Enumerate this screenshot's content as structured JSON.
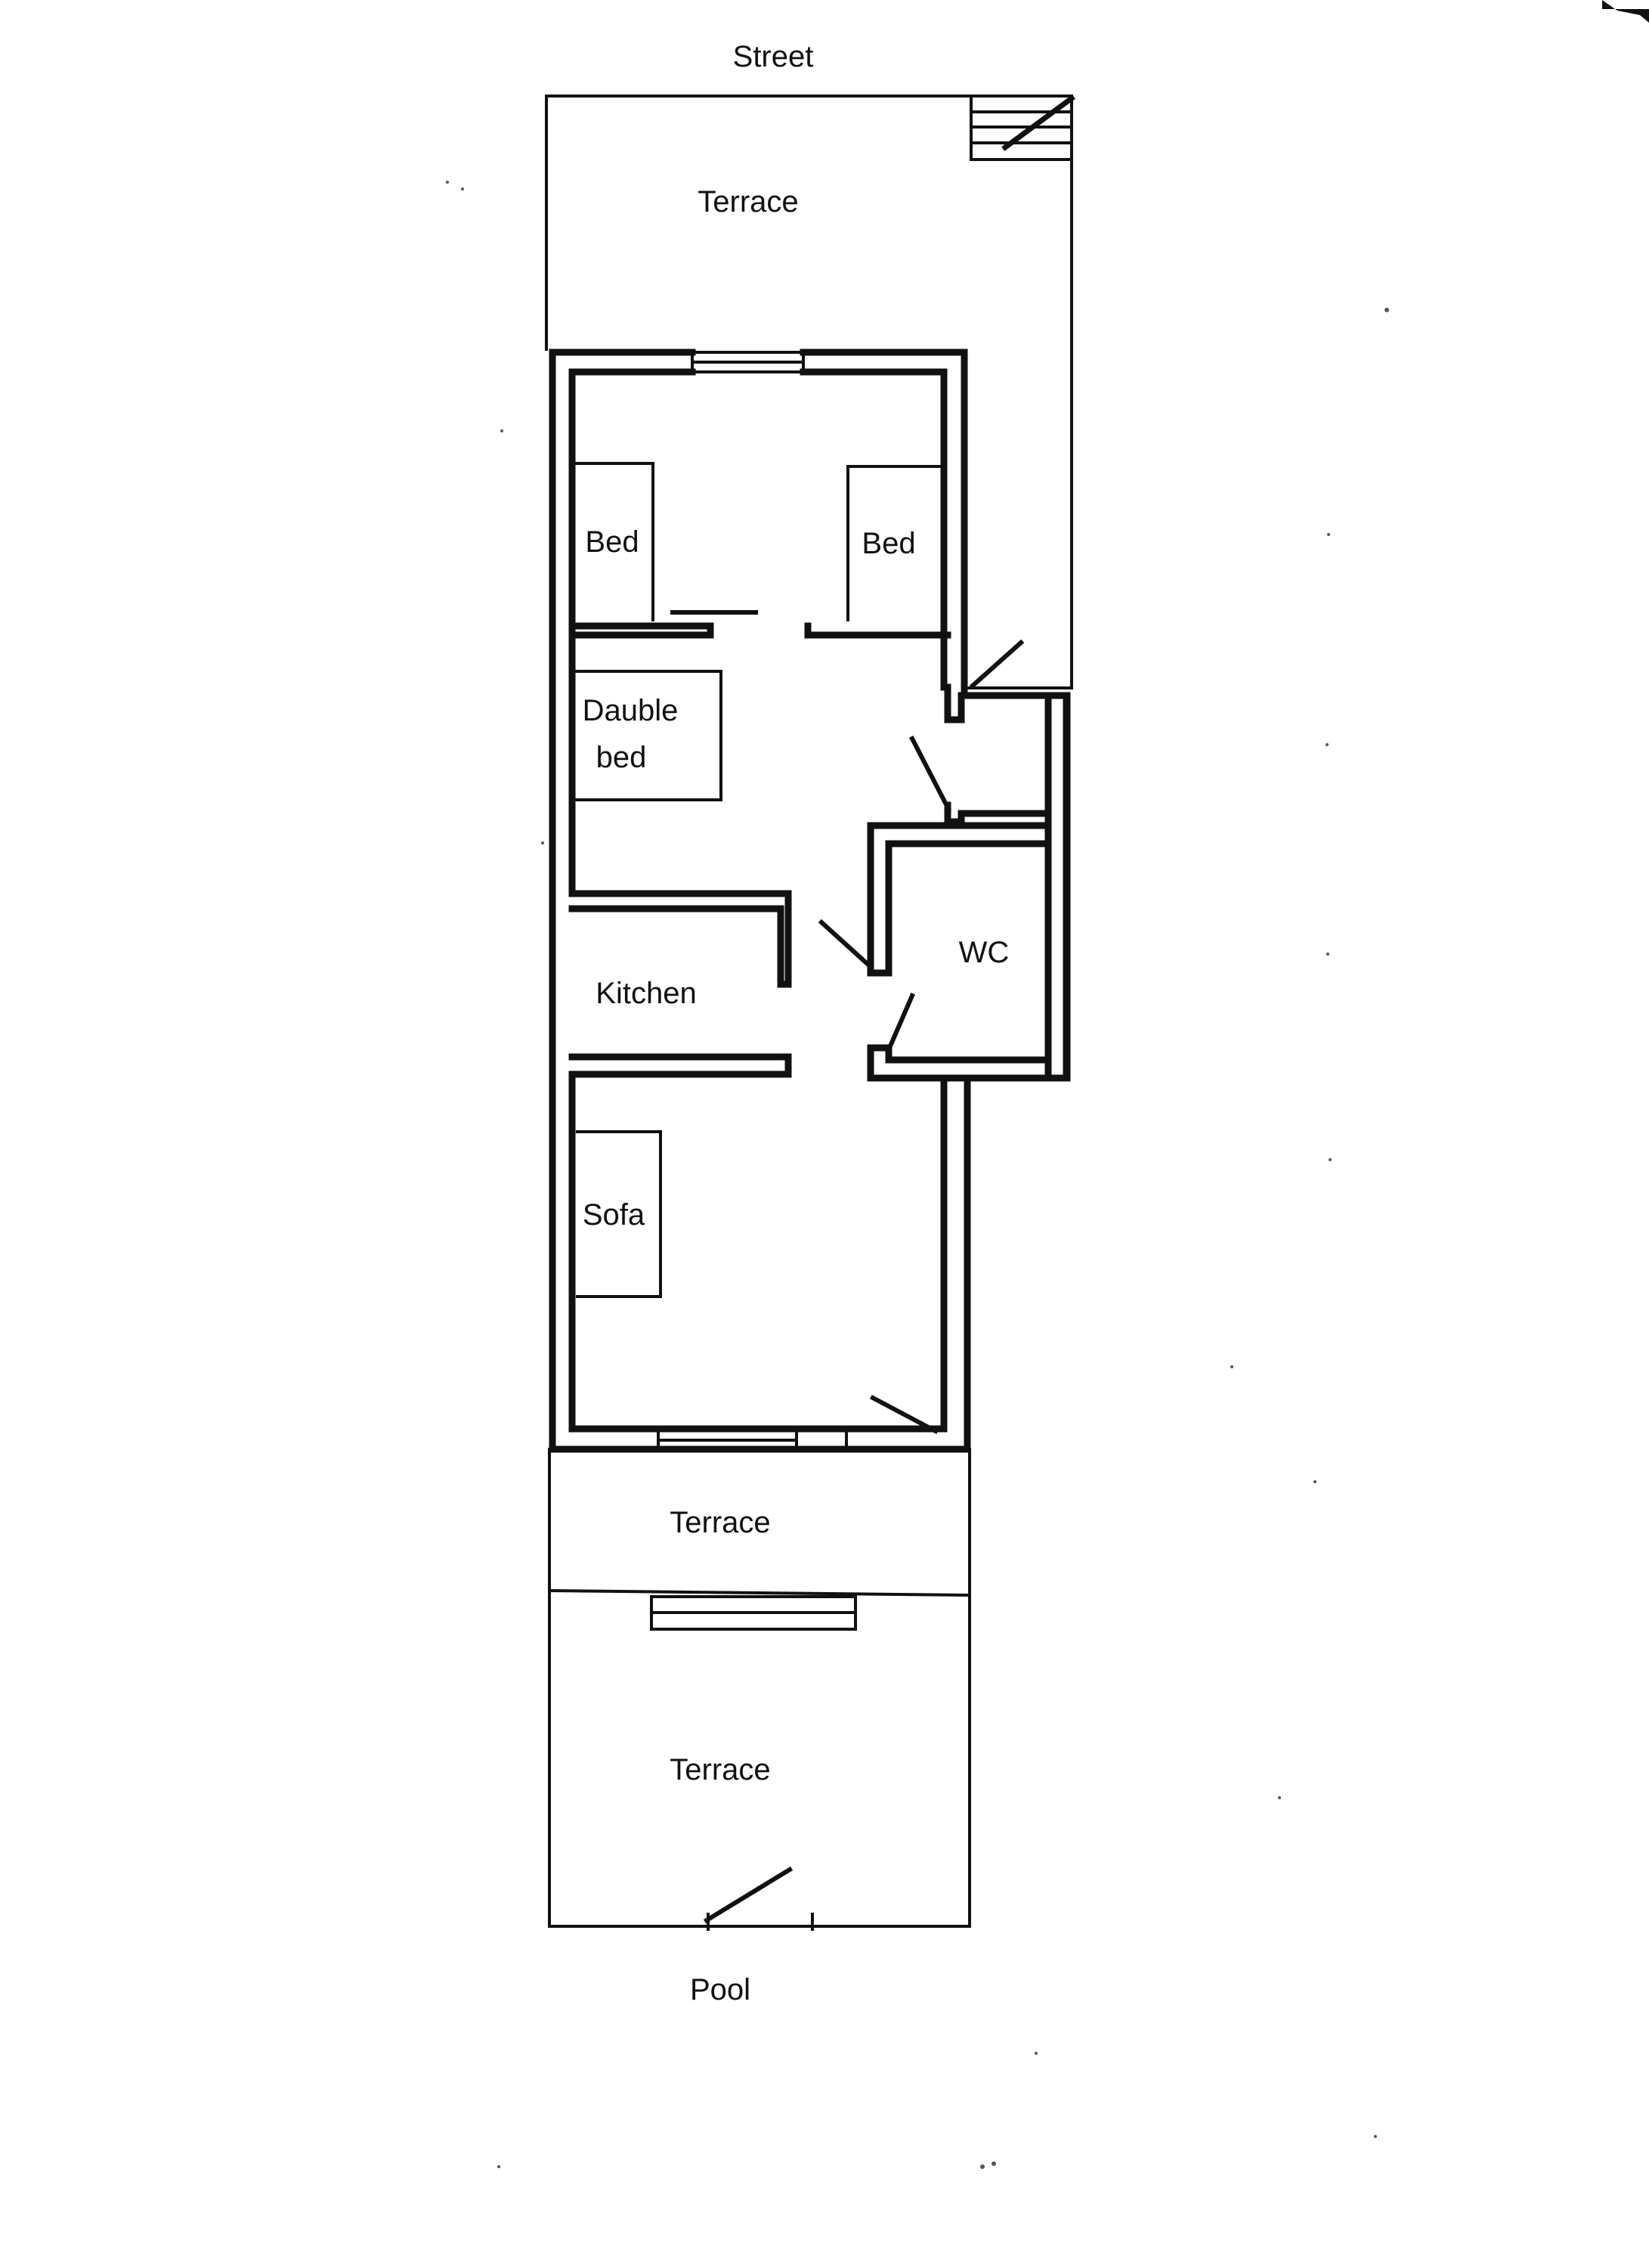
{
  "labels": {
    "street": "Street",
    "terrace_front": "Terrace",
    "bed_left": "Bed",
    "bed_right": "Bed",
    "double_bed_line1": "Dauble",
    "double_bed_line2": "bed",
    "wc": "WC",
    "kitchen": "Kitchen",
    "sofa": "Sofa",
    "terrace_back": "Terrace",
    "terrace_garden": "Terrace",
    "pool": "Pool"
  },
  "colors": {
    "ink": "#111111",
    "paper": "#ffffff"
  }
}
